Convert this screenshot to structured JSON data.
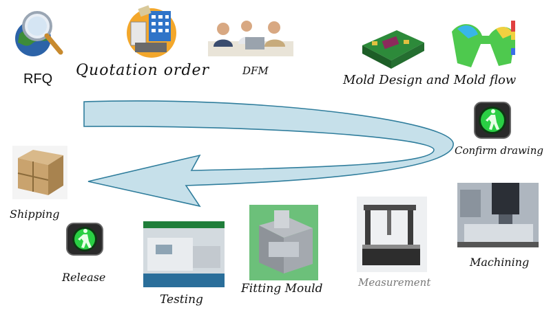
{
  "steps": [
    {
      "id": "rfq",
      "label": "RFQ",
      "icon": "globe-magnifier-icon"
    },
    {
      "id": "quotation",
      "label": "Quotation order",
      "icon": "bank-document-icon"
    },
    {
      "id": "dfm",
      "label": "DFM",
      "icon": "business-meeting-icon"
    },
    {
      "id": "mold-design",
      "label": "Mold Design and Mold flow",
      "icon": "mold-cad-icon"
    },
    {
      "id": "confirm",
      "label": "Confirm drawing",
      "icon": "green-walk-signal-icon"
    },
    {
      "id": "machining",
      "label": "Machining",
      "icon": "cnc-machine-icon"
    },
    {
      "id": "measurement",
      "label": "Measurement",
      "icon": "cmm-machine-icon"
    },
    {
      "id": "fitting",
      "label": "Fitting Mould",
      "icon": "mould-assembly-icon"
    },
    {
      "id": "testing",
      "label": "Testing",
      "icon": "injection-machine-icon"
    },
    {
      "id": "release",
      "label": "Release",
      "icon": "green-walk-signal-icon"
    },
    {
      "id": "shipping",
      "label": "Shipping",
      "icon": "wooden-crate-icon"
    }
  ],
  "colors": {
    "arrow_fill": "#c6e0ea",
    "arrow_stroke": "#2f7d9c",
    "signal_green": "#2ee04a",
    "label_text": "#111111",
    "measurement_text": "#777777"
  }
}
